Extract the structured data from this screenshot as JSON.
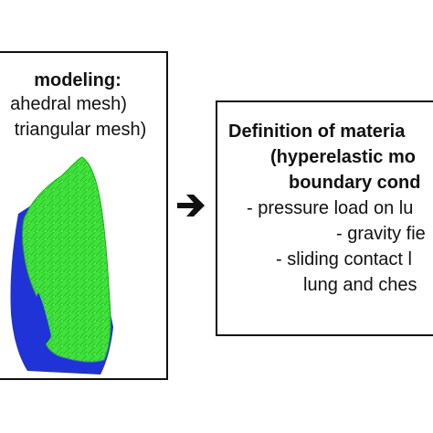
{
  "left_panel": {
    "lines": [
      "modeling:",
      "ahedral mesh)",
      "triangular mesh)"
    ],
    "mesh_colors": {
      "surface": "#3ee33a",
      "underside": "#1f33d6"
    }
  },
  "arrow": {
    "icon": "right-arrow-icon",
    "color": "#111111"
  },
  "right_panel": {
    "lines": [
      "Definition of materia",
      "(hyperelastic mo",
      "boundary cond",
      "- pressure load on lu",
      "- gravity fie",
      "- sliding contact l",
      "lung and ches"
    ]
  }
}
